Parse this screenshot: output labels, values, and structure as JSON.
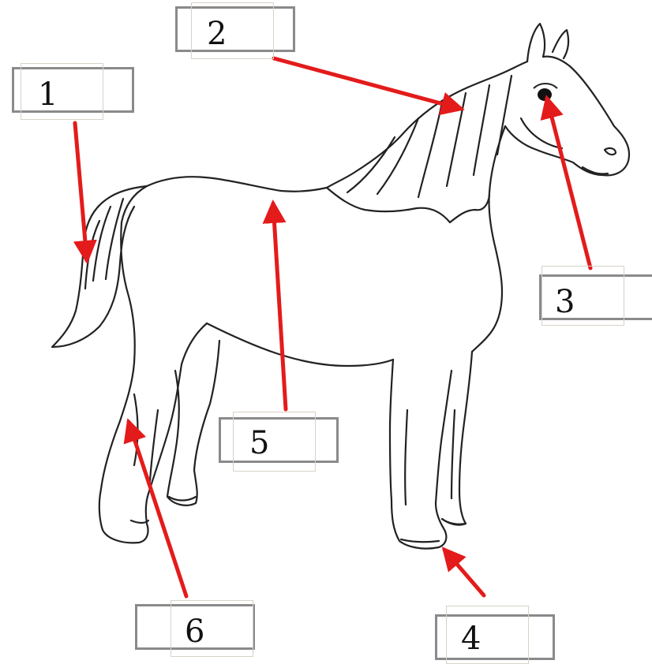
{
  "labels": [
    {
      "id": "1",
      "text": "1",
      "part": "tail"
    },
    {
      "id": "2",
      "text": "2",
      "part": "mane"
    },
    {
      "id": "3",
      "text": "3",
      "part": "eye"
    },
    {
      "id": "4",
      "text": "4",
      "part": "hoof"
    },
    {
      "id": "5",
      "text": "5",
      "part": "back"
    },
    {
      "id": "6",
      "text": "6",
      "part": "hind-leg"
    }
  ],
  "colors": {
    "arrow": "#e41b1b",
    "box_border": "#8a8a8a",
    "outline": "#222222"
  }
}
